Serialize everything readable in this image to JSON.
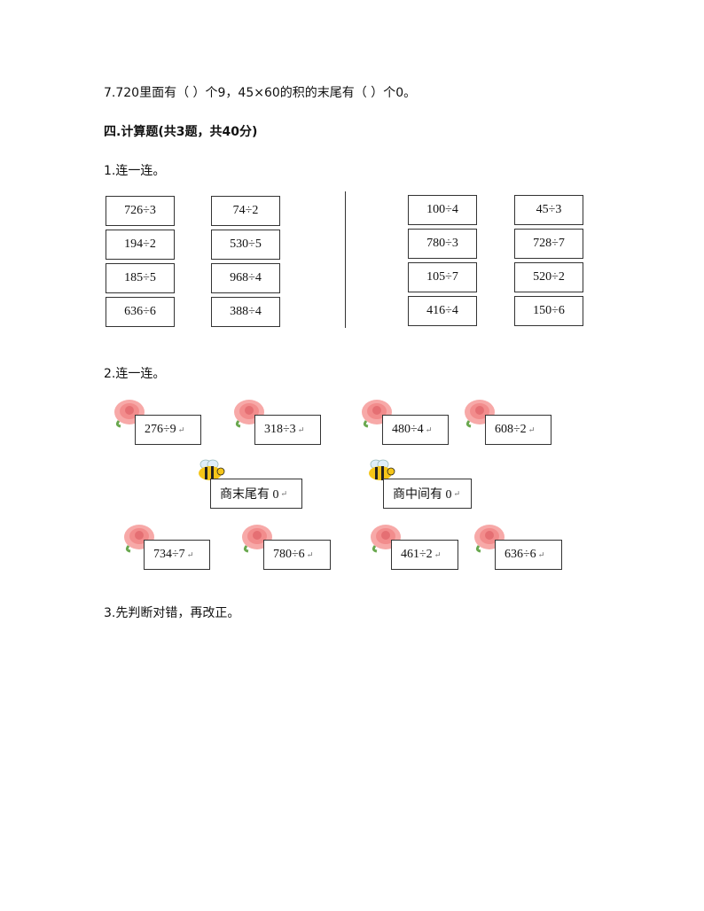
{
  "q7": "7.720里面有（  ）个9，45×60的积的末尾有（  ）个0。",
  "section": "四.计算题(共3题，共40分)",
  "q1": {
    "title": "1.连一连。",
    "left_col1": [
      "726÷3",
      "194÷2",
      "185÷5",
      "636÷6"
    ],
    "left_col2": [
      "74÷2",
      "530÷5",
      "968÷4",
      "388÷4"
    ],
    "right_col1": [
      "100÷4",
      "780÷3",
      "105÷7",
      "416÷4"
    ],
    "right_col2": [
      "45÷3",
      "728÷7",
      "520÷2",
      "150÷6"
    ]
  },
  "q2": {
    "title": "2.连一连。",
    "top": [
      "276÷9",
      "318÷3",
      "480÷4",
      "608÷2"
    ],
    "middle": [
      "商末尾有 0",
      "商中间有 0"
    ],
    "bottom": [
      "734÷7",
      "780÷6",
      "461÷2",
      "636÷6"
    ],
    "return_mark": "↵"
  },
  "q3": {
    "title": "3.先判断对错，再改正。"
  }
}
